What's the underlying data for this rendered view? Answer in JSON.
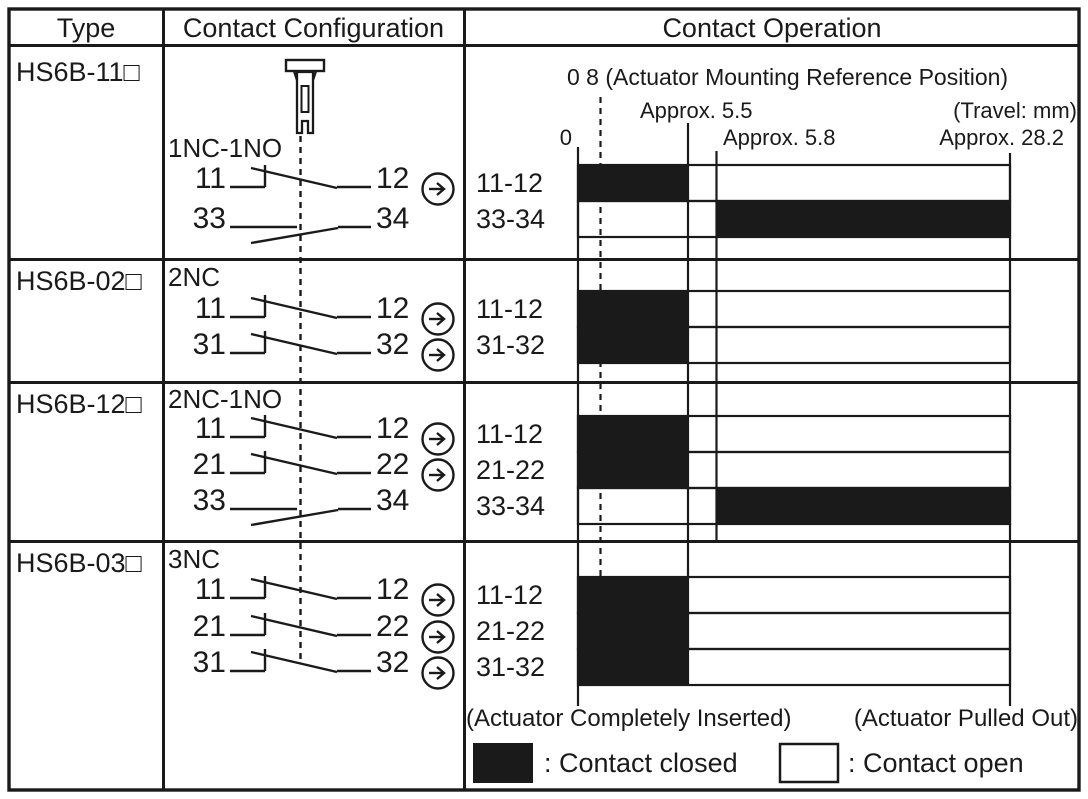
{
  "header": {
    "type": "Type",
    "config": "Contact Configuration",
    "operation": "Contact Operation"
  },
  "rows": [
    {
      "type": "HS6B-11□",
      "config_label": "1NC-1NO",
      "has_actuator_icon": true,
      "contacts": [
        {
          "from": "11",
          "to": "12",
          "kind": "NC",
          "direct_opening": true
        },
        {
          "from": "33",
          "to": "34",
          "kind": "NO",
          "direct_opening": false
        }
      ],
      "operation": [
        {
          "label": "11-12",
          "closed_mm": [
            [
              0,
              5.5
            ]
          ]
        },
        {
          "label": "33-34",
          "closed_mm": [
            [
              5.8,
              28.2
            ]
          ]
        }
      ]
    },
    {
      "type": "HS6B-02□",
      "config_label": "2NC",
      "has_actuator_icon": false,
      "contacts": [
        {
          "from": "11",
          "to": "12",
          "kind": "NC",
          "direct_opening": true
        },
        {
          "from": "31",
          "to": "32",
          "kind": "NC",
          "direct_opening": true
        }
      ],
      "operation": [
        {
          "label": "11-12",
          "closed_mm": [
            [
              0,
              5.5
            ]
          ]
        },
        {
          "label": "31-32",
          "closed_mm": [
            [
              0,
              5.5
            ]
          ]
        }
      ]
    },
    {
      "type": "HS6B-12□",
      "config_label": "2NC-1NO",
      "has_actuator_icon": false,
      "contacts": [
        {
          "from": "11",
          "to": "12",
          "kind": "NC",
          "direct_opening": true
        },
        {
          "from": "21",
          "to": "22",
          "kind": "NC",
          "direct_opening": true
        },
        {
          "from": "33",
          "to": "34",
          "kind": "NO",
          "direct_opening": false
        }
      ],
      "operation": [
        {
          "label": "11-12",
          "closed_mm": [
            [
              0,
              5.5
            ]
          ]
        },
        {
          "label": "21-22",
          "closed_mm": [
            [
              0,
              5.5
            ]
          ]
        },
        {
          "label": "33-34",
          "closed_mm": [
            [
              5.8,
              28.2
            ]
          ]
        }
      ]
    },
    {
      "type": "HS6B-03□",
      "config_label": "3NC",
      "has_actuator_icon": false,
      "contacts": [
        {
          "from": "11",
          "to": "12",
          "kind": "NC",
          "direct_opening": true
        },
        {
          "from": "21",
          "to": "22",
          "kind": "NC",
          "direct_opening": true
        },
        {
          "from": "31",
          "to": "32",
          "kind": "NC",
          "direct_opening": true
        }
      ],
      "operation": [
        {
          "label": "11-12",
          "closed_mm": [
            [
              0,
              5.5
            ]
          ]
        },
        {
          "label": "21-22",
          "closed_mm": [
            [
              0,
              5.5
            ]
          ]
        },
        {
          "label": "31-32",
          "closed_mm": [
            [
              0,
              5.5
            ]
          ]
        }
      ]
    }
  ],
  "axis": {
    "reference_label": "0 8 (Actuator Mounting Reference Position)",
    "travel_unit_label": "(Travel: mm)",
    "tick_zero": "0",
    "tick_55": "Approx. 5.5",
    "tick_58": "Approx. 5.8",
    "tick_282": "Approx. 28.2",
    "inserted_label": "(Actuator Completely Inserted)",
    "pulled_label": "(Actuator Pulled Out)"
  },
  "legend": {
    "closed_label": ": Contact closed",
    "open_label": ": Contact open"
  },
  "colors": {
    "ink": "#1a1a1a",
    "closed_fill": "#1a1a1a",
    "open_fill": "#ffffff"
  }
}
